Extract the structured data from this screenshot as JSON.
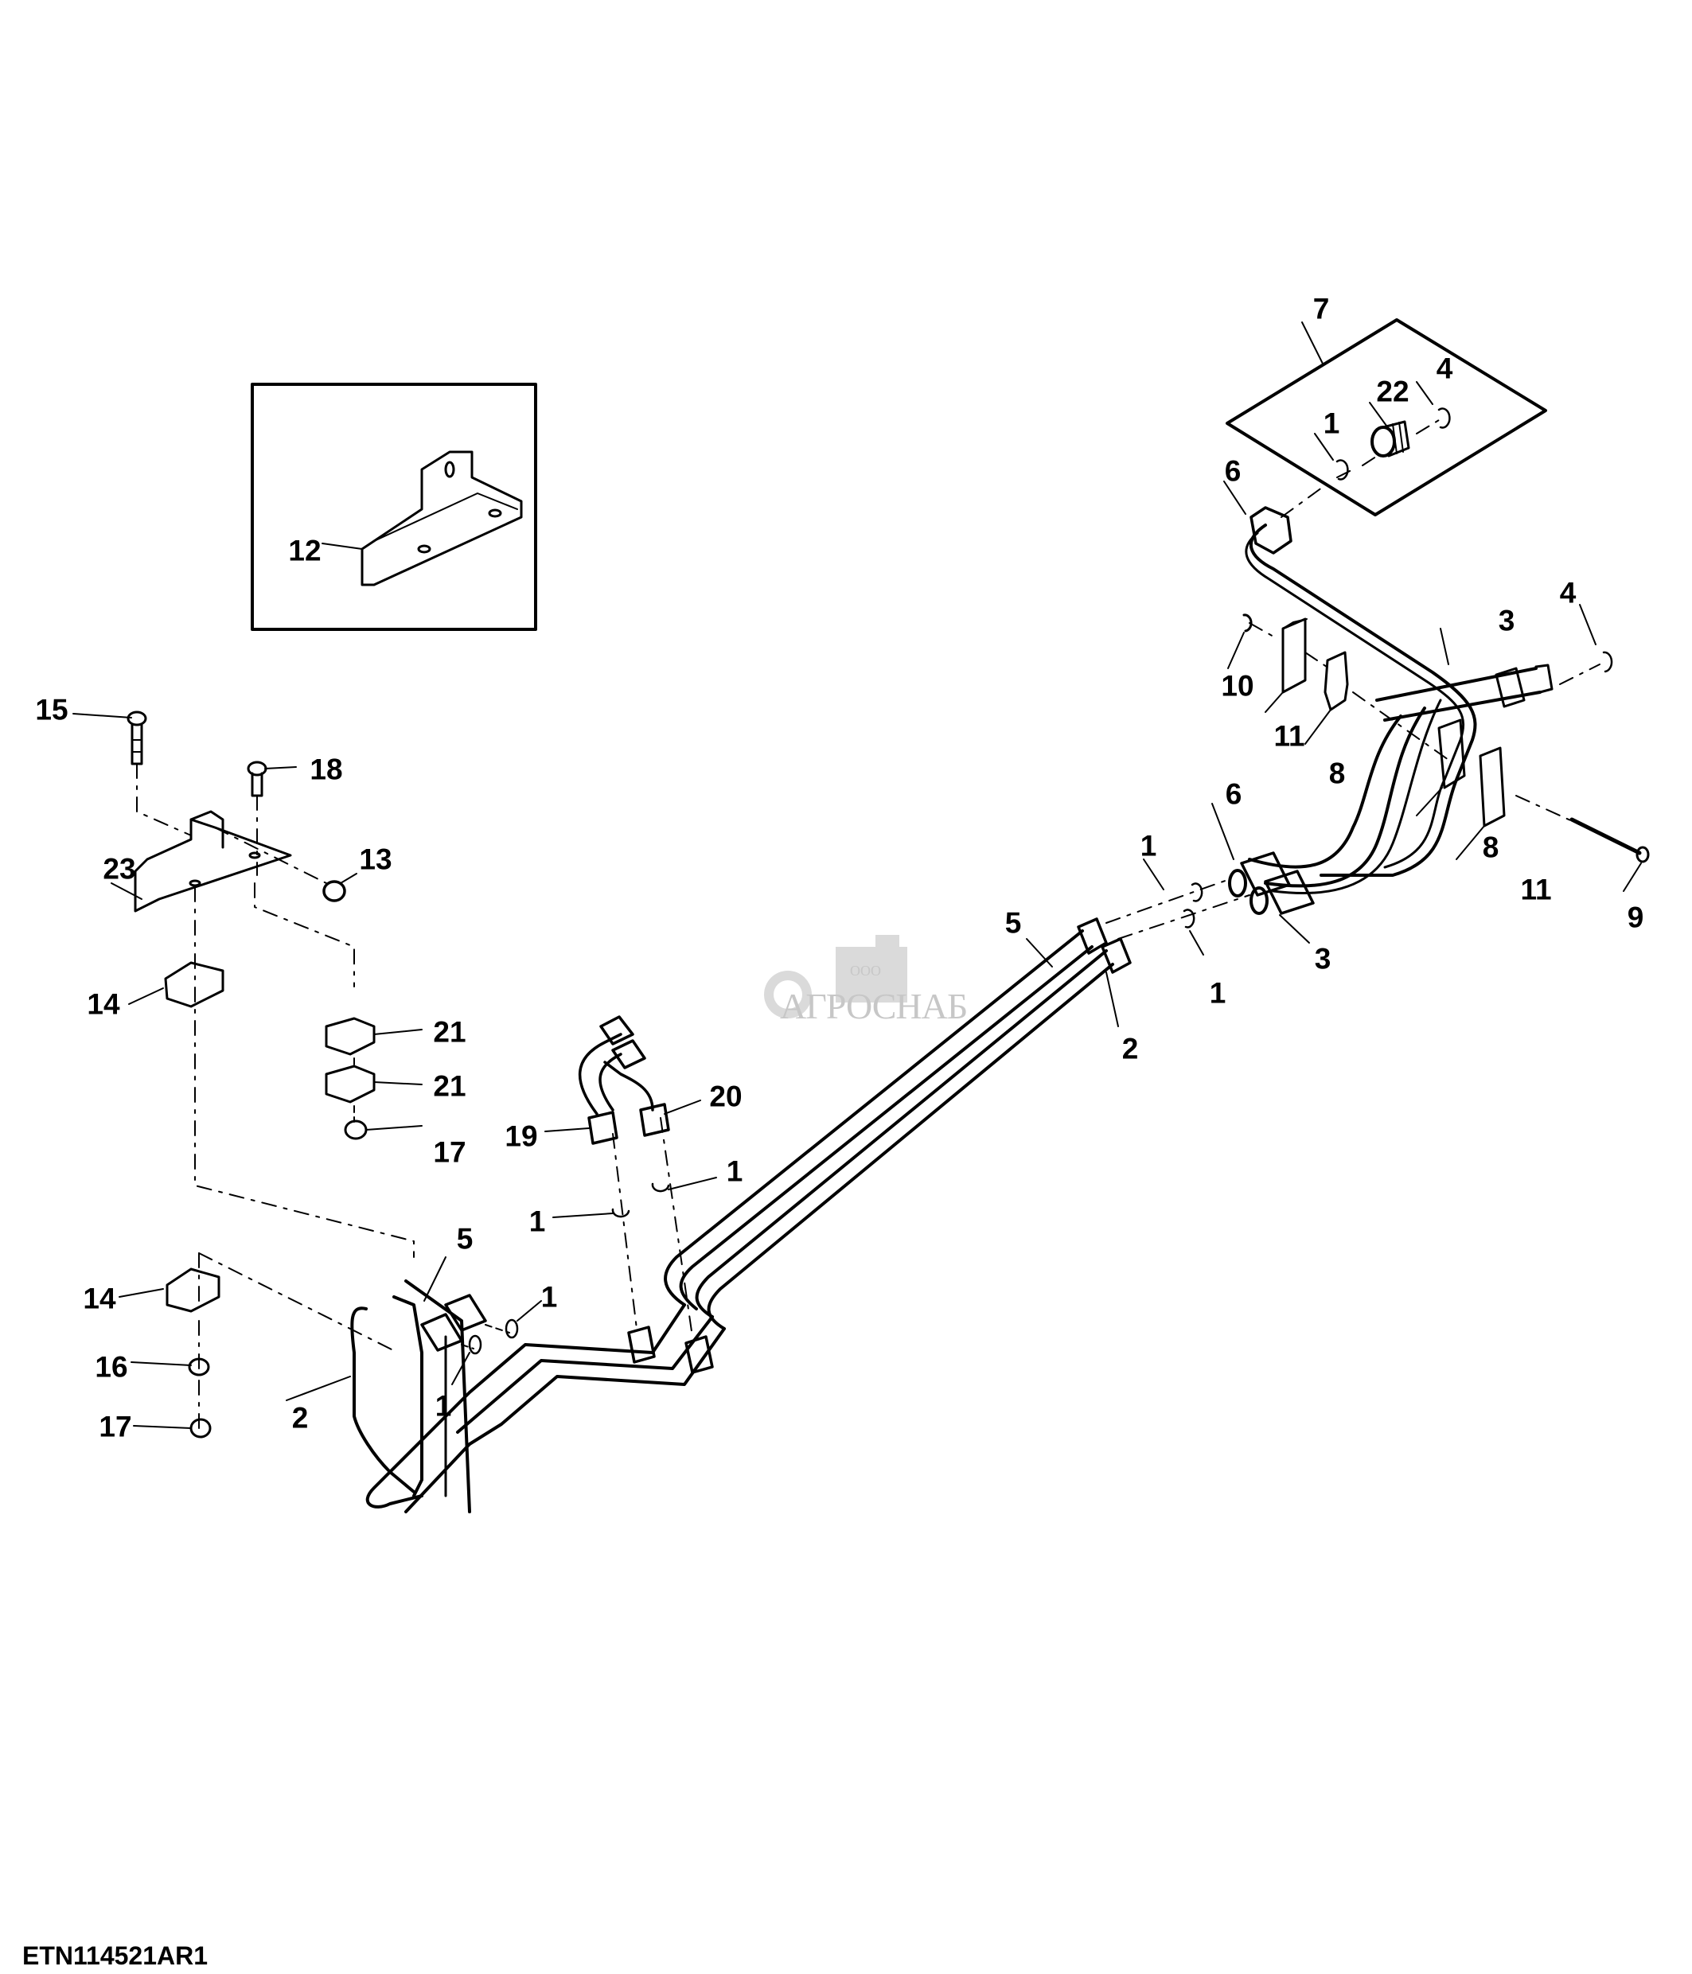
{
  "diagram": {
    "type": "exploded parts diagram",
    "subject": "hydraulic lines assembly",
    "figure_id": "ETN114521AR1",
    "watermark": {
      "company_prefix": "ООО",
      "company_name": "АГРОСНАБ"
    },
    "callouts": [
      {
        "id": "c7",
        "label": "7"
      },
      {
        "id": "c22",
        "label": "22"
      },
      {
        "id": "c4a",
        "label": "4"
      },
      {
        "id": "c1a",
        "label": "1"
      },
      {
        "id": "c6a",
        "label": "6"
      },
      {
        "id": "c12",
        "label": "12"
      },
      {
        "id": "c15",
        "label": "15"
      },
      {
        "id": "c18",
        "label": "18"
      },
      {
        "id": "c23",
        "label": "23"
      },
      {
        "id": "c13",
        "label": "13"
      },
      {
        "id": "c14a",
        "label": "14"
      },
      {
        "id": "c21a",
        "label": "21"
      },
      {
        "id": "c21b",
        "label": "21"
      },
      {
        "id": "c17a",
        "label": "17"
      },
      {
        "id": "c10",
        "label": "10"
      },
      {
        "id": "c11a",
        "label": "11"
      },
      {
        "id": "c8a",
        "label": "8"
      },
      {
        "id": "c3a",
        "label": "3"
      },
      {
        "id": "c4b",
        "label": "4"
      },
      {
        "id": "c8b",
        "label": "8"
      },
      {
        "id": "c11b",
        "label": "11"
      },
      {
        "id": "c9",
        "label": "9"
      },
      {
        "id": "c6b",
        "label": "6"
      },
      {
        "id": "c1b",
        "label": "1"
      },
      {
        "id": "c3b",
        "label": "3"
      },
      {
        "id": "c1c",
        "label": "1"
      },
      {
        "id": "c5a",
        "label": "5"
      },
      {
        "id": "c2a",
        "label": "2"
      },
      {
        "id": "c20",
        "label": "20"
      },
      {
        "id": "c19",
        "label": "19"
      },
      {
        "id": "c1d",
        "label": "1"
      },
      {
        "id": "c1e",
        "label": "1"
      },
      {
        "id": "c5b",
        "label": "5"
      },
      {
        "id": "c1f",
        "label": "1"
      },
      {
        "id": "c14b",
        "label": "14"
      },
      {
        "id": "c16",
        "label": "16"
      },
      {
        "id": "c1g",
        "label": "1"
      },
      {
        "id": "c2b",
        "label": "2"
      },
      {
        "id": "c17b",
        "label": "17"
      }
    ]
  }
}
